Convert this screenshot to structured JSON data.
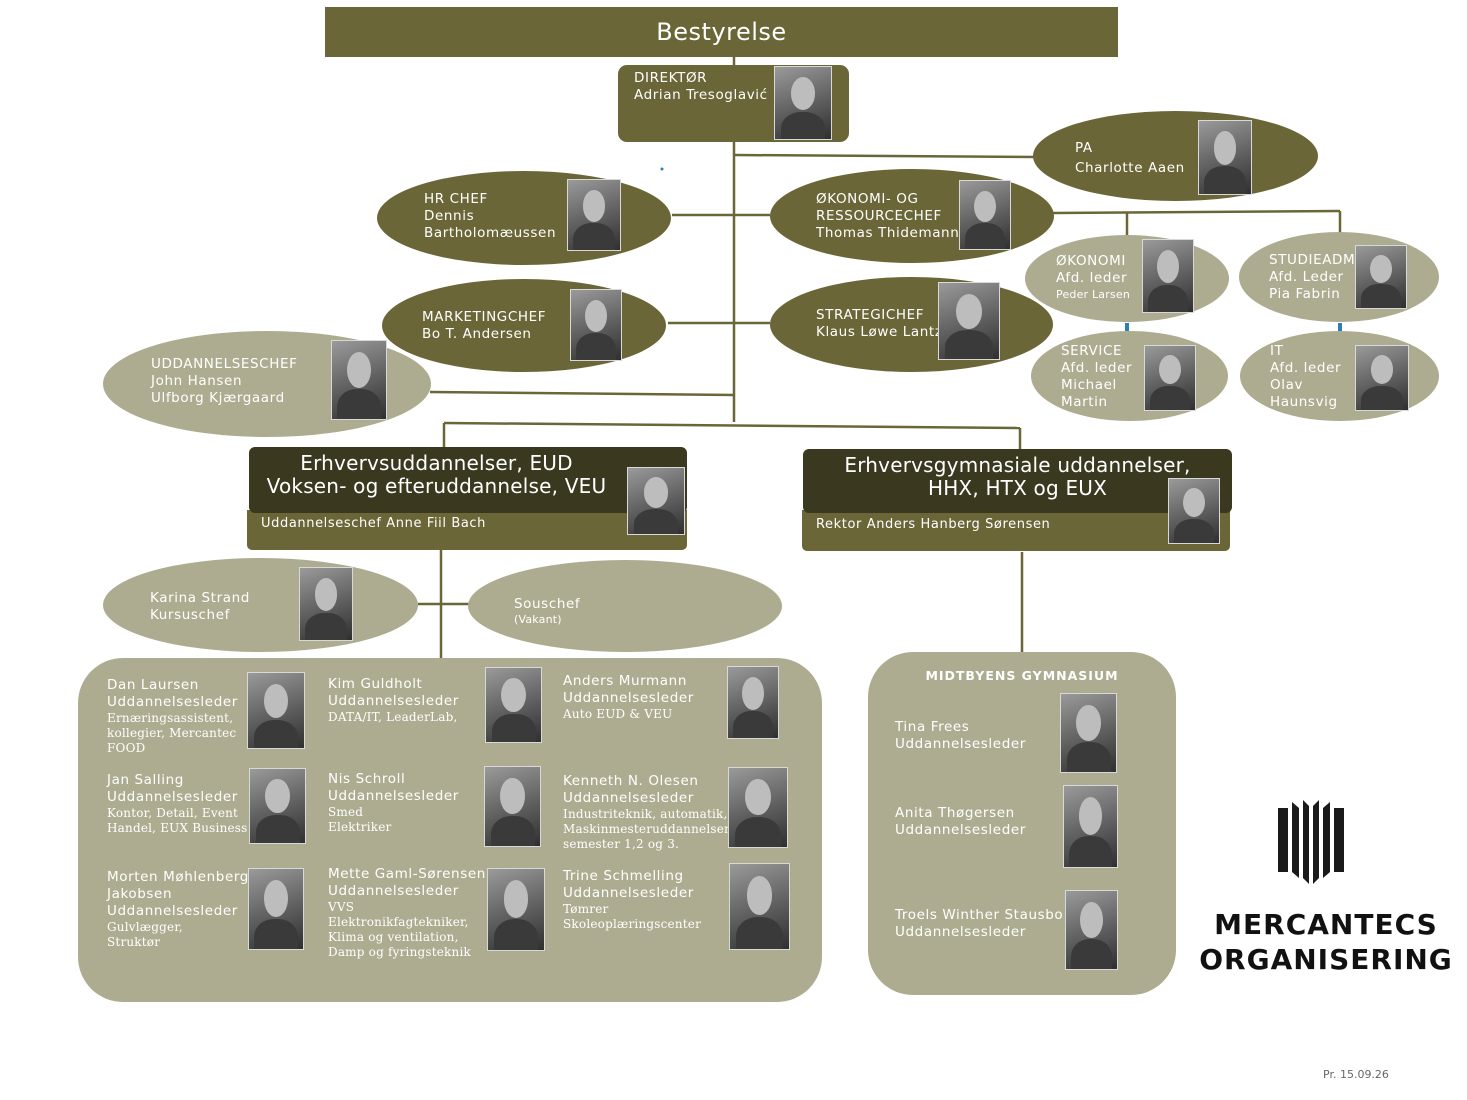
{
  "board": {
    "title": "Bestyrelse"
  },
  "director": {
    "role": "DIREKTØR",
    "name": "Adrian Tresoglavić"
  },
  "pa": {
    "role": "PA",
    "name": "Charlotte Aaen"
  },
  "hr": {
    "role": "HR CHEF",
    "name_line1": "Dennis",
    "name_line2": "Bartholomæussen"
  },
  "economy_chief": {
    "role_line1": "ØKONOMI- OG",
    "role_line2": "RESSOURCECHEF",
    "name": "Thomas Thidemann"
  },
  "economy_dept": {
    "role": "ØKONOMI",
    "sub": "Afd. leder",
    "name": "Peder Larsen"
  },
  "studieadm": {
    "role": "STUDIEADM",
    "sub": "Afd. Leder",
    "name": "Pia Fabrin"
  },
  "service": {
    "role": "SERVICE",
    "sub": "Afd. leder",
    "name_line1": "Michael",
    "name_line2": "Martin"
  },
  "it": {
    "role": "IT",
    "sub": "Afd. leder",
    "name_line1": "Olav",
    "name_line2": "Haunsvig"
  },
  "marketing": {
    "role": "MARKETINGCHEF",
    "name": "Bo T. Andersen"
  },
  "strategy": {
    "role": "STRATEGICHEF",
    "name": "Klaus Løwe Lantz"
  },
  "education_chief": {
    "role": "UDDANNELSESCHEF",
    "name_line1": "John Hansen",
    "name_line2": "Ulfborg Kjærgaard"
  },
  "eud": {
    "title_line1": "Erhvervsuddannelser, EUD",
    "title_line2": "Voksen- og efteruddannelse, VEU",
    "leader": "Uddannelseschef Anne Fiil Bach"
  },
  "egu": {
    "title_line1": "Erhvervsgymnasiale uddannelser,",
    "title_line2": "HHX, HTX og EUX",
    "leader": "Rektor Anders Hanberg Sørensen"
  },
  "kursuschef": {
    "name": "Karina Strand",
    "role": "Kursuschef"
  },
  "souschef": {
    "role": "Souschef",
    "note": "(Vakant)"
  },
  "leaders": [
    {
      "name": "Dan Laursen",
      "role": "Uddannelsesleder",
      "areas": [
        "Ernæringsassistent,",
        "kollegier, Mercantec",
        "FOOD"
      ]
    },
    {
      "name": "Kim Guldholt",
      "role": "Uddannelsesleder",
      "areas": [
        "DATA/IT, LeaderLab,"
      ]
    },
    {
      "name": "Anders Murmann",
      "role": "Uddannelsesleder",
      "areas": [
        "Auto EUD & VEU"
      ]
    },
    {
      "name": "Jan Salling",
      "role": "Uddannelsesleder",
      "areas": [
        "Kontor, Detail, Event",
        "Handel, EUX Business"
      ]
    },
    {
      "name": "Nis Schroll",
      "role": "Uddannelsesleder",
      "areas": [
        "Smed",
        "Elektriker"
      ]
    },
    {
      "name": "Kenneth N. Olesen",
      "role": "Uddannelsesleder",
      "areas": [
        "Industriteknik, automatik,",
        "Maskinmesteruddannelsen",
        "semester 1,2 og 3."
      ]
    },
    {
      "name": "Morten Møhlenberg",
      "name2": "Jakobsen",
      "role": "Uddannelsesleder",
      "areas": [
        "Gulvlægger,",
        "Struktør"
      ]
    },
    {
      "name": "Mette Gaml-Sørensen",
      "role": "Uddannelsesleder",
      "areas": [
        "VVS",
        "Elektronikfagtekniker,",
        "Klima og ventilation,",
        "Damp og fyringsteknik"
      ]
    },
    {
      "name": "Trine Schmelling",
      "role": "Uddannelsesleder",
      "areas": [
        "Tømrer",
        "Skoleoplæringscenter"
      ]
    }
  ],
  "gymnasium": {
    "title": "MIDTBYENS GYMNASIUM",
    "leaders": [
      {
        "name": "Tina Frees",
        "role": "Uddannelsesleder"
      },
      {
        "name": "Anita Thøgersen",
        "role": "Uddannelsesleder"
      },
      {
        "name": "Troels Winther Stausbo",
        "role": "Uddannelsesleder"
      }
    ]
  },
  "logo": {
    "line1": "MERCANTECS",
    "line2": "ORGANISERING"
  },
  "date": "Pr. 15.09.26",
  "colors": {
    "olive": "#6b6637",
    "olive_light": "#aeac90",
    "olive_dark": "#3b3820",
    "line": "#6b6637"
  }
}
